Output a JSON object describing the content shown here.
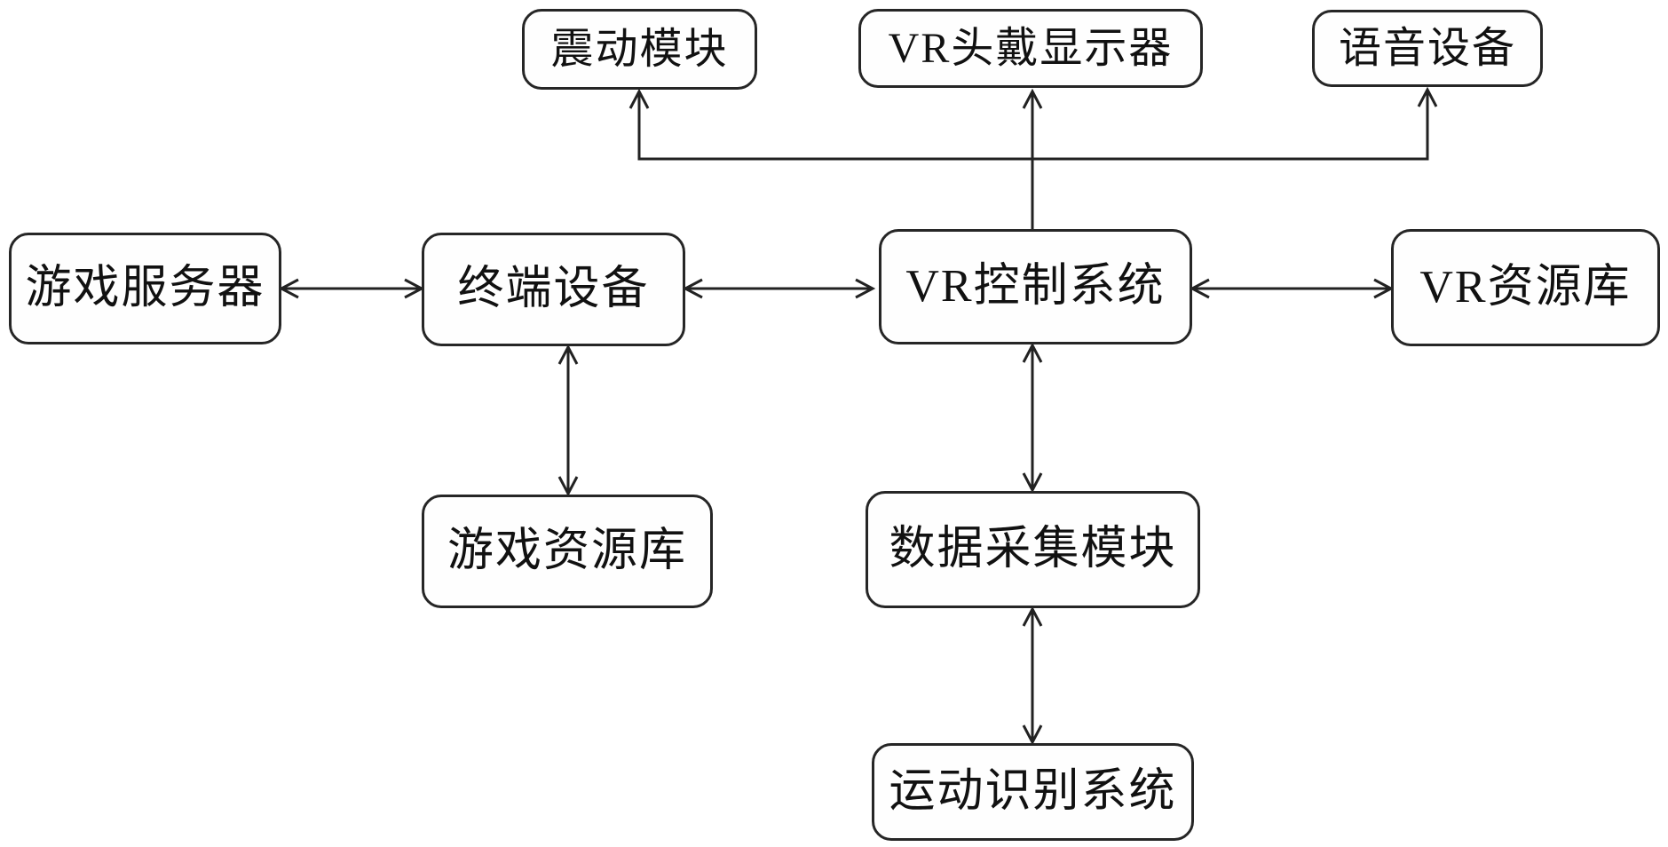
{
  "diagram": {
    "colors": {
      "background": "#ffffff",
      "stroke": "#222222",
      "box_fill": "#fefefe",
      "text": "#111111"
    },
    "nodes": {
      "vibration_module": {
        "label": "震动模块"
      },
      "vr_headset_display": {
        "label": "VR头戴显示器"
      },
      "voice_device": {
        "label": "语音设备"
      },
      "game_server": {
        "label": "游戏服务器"
      },
      "terminal_device": {
        "label": "终端设备"
      },
      "vr_control_system": {
        "label": "VR控制系统"
      },
      "vr_resource_library": {
        "label": "VR资源库"
      },
      "game_resource_library": {
        "label": "游戏资源库"
      },
      "data_collection_module": {
        "label": "数据采集模块"
      },
      "motion_recognition_system": {
        "label": "运动识别系统"
      }
    },
    "connections": [
      {
        "from": "game_server",
        "to": "terminal_device",
        "type": "bidirectional"
      },
      {
        "from": "terminal_device",
        "to": "vr_control_system",
        "type": "bidirectional"
      },
      {
        "from": "vr_control_system",
        "to": "vr_resource_library",
        "type": "bidirectional"
      },
      {
        "from": "terminal_device",
        "to": "game_resource_library",
        "type": "bidirectional"
      },
      {
        "from": "vr_control_system",
        "to": "data_collection_module",
        "type": "bidirectional"
      },
      {
        "from": "data_collection_module",
        "to": "motion_recognition_system",
        "type": "bidirectional"
      },
      {
        "from": "vr_control_system",
        "to": "vr_headset_display",
        "type": "directed"
      },
      {
        "from": "vr_control_system",
        "to": "vibration_module",
        "type": "directed"
      },
      {
        "from": "vr_control_system",
        "to": "voice_device",
        "type": "directed"
      }
    ]
  }
}
